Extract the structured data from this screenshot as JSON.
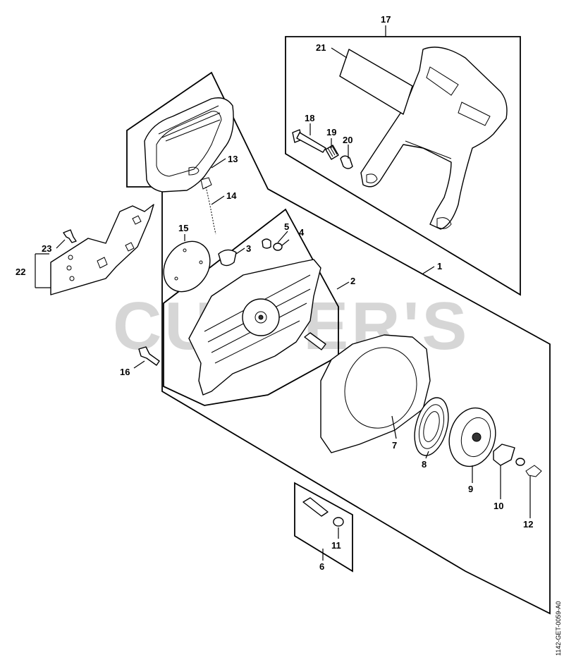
{
  "watermark": "CULVER'S",
  "ref_code": "1142-GET-0059-A0",
  "callouts": {
    "c1": "1",
    "c2": "2",
    "c3": "3",
    "c4": "4",
    "c5": "5",
    "c6": "6",
    "c7": "7",
    "c8": "8",
    "c9": "9",
    "c10": "10",
    "c11": "11",
    "c12": "12",
    "c13": "13",
    "c14": "14",
    "c15": "15",
    "c16": "16",
    "c17": "17",
    "c18": "18",
    "c19": "19",
    "c20": "20",
    "c21": "21",
    "c22": "22",
    "c23": "23"
  }
}
